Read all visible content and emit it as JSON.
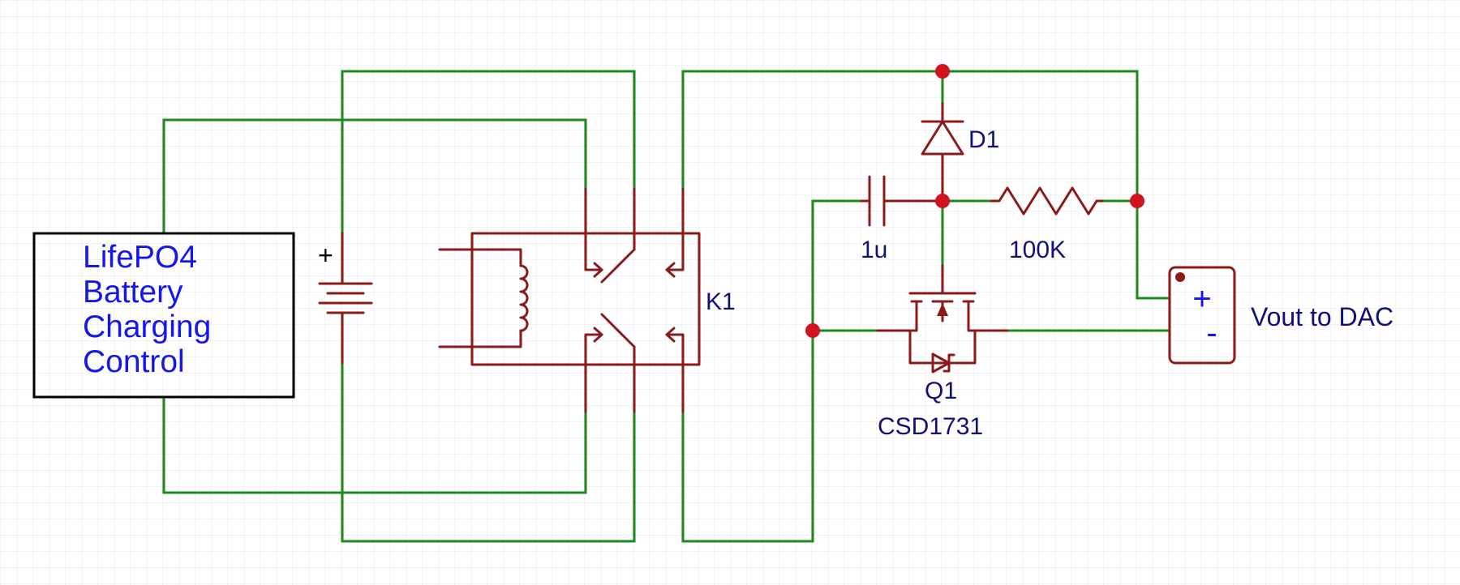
{
  "block": {
    "lines": [
      "LifePO4",
      "Battery",
      "Charging",
      "Control"
    ]
  },
  "battery": {
    "polarity_label": "+"
  },
  "relay": {
    "ref": "K1"
  },
  "diode": {
    "ref": "D1"
  },
  "capacitor": {
    "value": "1u"
  },
  "resistor": {
    "value": "100K"
  },
  "mosfet": {
    "ref": "Q1",
    "part": "CSD1731"
  },
  "output": {
    "plus": "+",
    "minus": "-",
    "label": "Vout to DAC"
  },
  "colors": {
    "wire": "#1e8a1e",
    "symbol": "#8b1a1a",
    "junction": "#d3131f",
    "label": "#10107a",
    "block_text": "#1515ee",
    "grid": "#e6e6e6"
  }
}
